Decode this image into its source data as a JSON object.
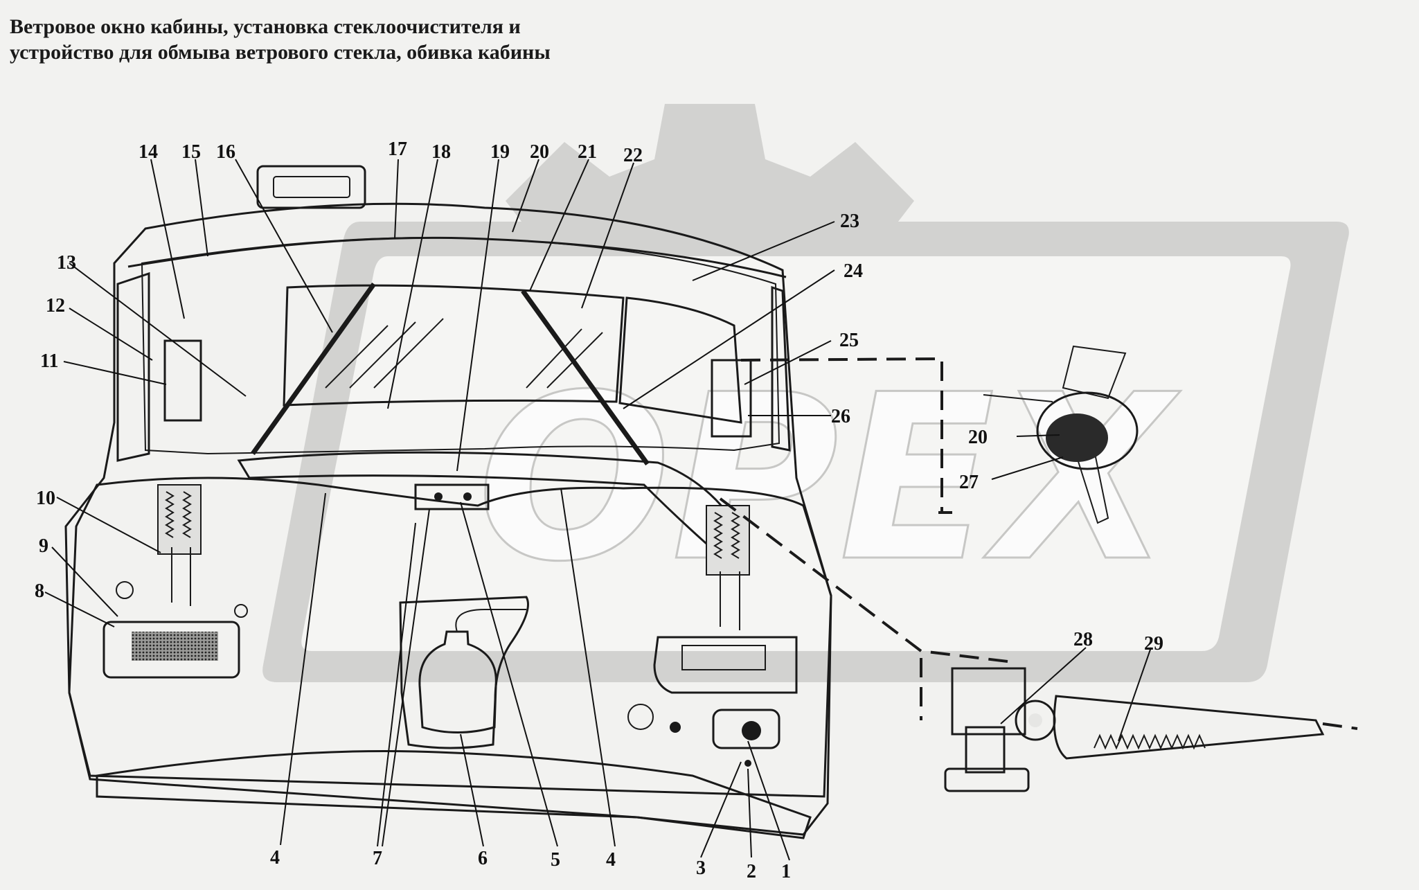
{
  "title": {
    "line1": "Ветровое окно кабины, установка стеклоочистителя и",
    "line2": "устройство для обмыва ветрового стекла, обивка кабины"
  },
  "watermark": "ОРЕХ",
  "colors": {
    "ink": "#1a1a1a",
    "paper": "#f2f2f0",
    "watermark": "#d2d2d0",
    "upholstery": "#b9b9b7"
  },
  "callouts": {
    "c1": "1",
    "c2": "2",
    "c3": "3",
    "c4a": "4",
    "c4b": "4",
    "c5": "5",
    "c6": "6",
    "c7": "7",
    "c8": "8",
    "c9": "9",
    "c10": "10",
    "c11": "11",
    "c12": "12",
    "c13": "13",
    "c14": "14",
    "c15": "15",
    "c16": "16",
    "c17": "17",
    "c18": "18",
    "c19": "19",
    "c20a": "20",
    "c20b": "20",
    "c21": "21",
    "c22": "22",
    "c23": "23",
    "c24": "24",
    "c25": "25",
    "c26": "26",
    "c27": "27",
    "c28": "28",
    "c29": "29"
  }
}
